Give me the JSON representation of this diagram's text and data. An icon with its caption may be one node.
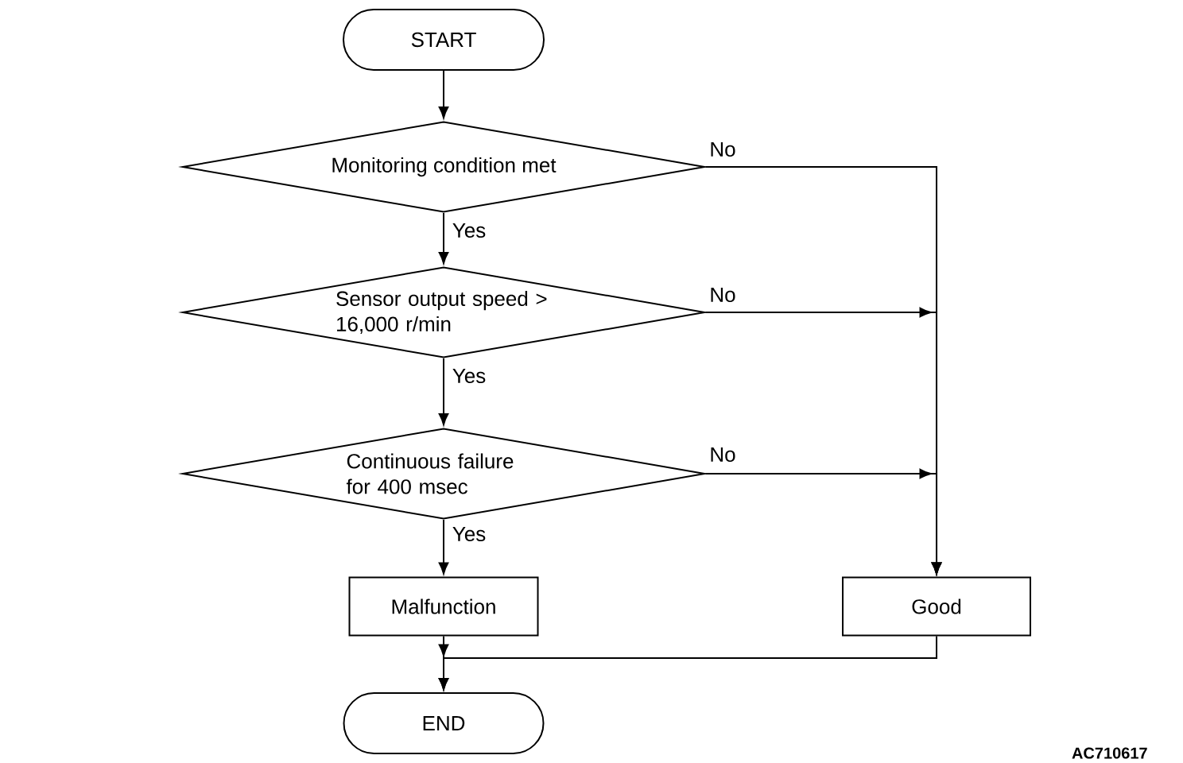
{
  "diagram": {
    "nodes": [
      {
        "text": [
          "START"
        ]
      },
      {
        "text": [
          "Monitoring condition met"
        ]
      },
      {
        "text": [
          "Sensor output speed > 16,000 r/min"
        ]
      },
      {
        "text": [
          "Continuous failure for 400 msec"
        ]
      },
      {
        "text": [
          "Malfunction"
        ]
      },
      {
        "text": [
          "Good"
        ]
      },
      {
        "text": [
          "END"
        ]
      }
    ],
    "edges": [
      {
        "from": 0,
        "to": 1,
        "arrow": "to"
      },
      {
        "from": 1,
        "to": 2,
        "arrow": "to",
        "label": "Yes"
      },
      {
        "from": 2,
        "to": 3,
        "arrow": "to",
        "label": "Yes"
      },
      {
        "from": 3,
        "to": 4,
        "arrow": "to",
        "label": "Yes"
      },
      {
        "from": 1,
        "to": 5,
        "arrow": "to",
        "label": "No"
      },
      {
        "from": 2,
        "to": 5,
        "arrow": "to",
        "label": "No"
      },
      {
        "from": 3,
        "to": 5,
        "arrow": "to",
        "label": "No"
      },
      {
        "from": 4,
        "to": 6,
        "arrow": "to"
      },
      {
        "from": 5,
        "to": 6,
        "arrow": "to"
      }
    ],
    "labels": [
      "AC710617"
    ]
  }
}
